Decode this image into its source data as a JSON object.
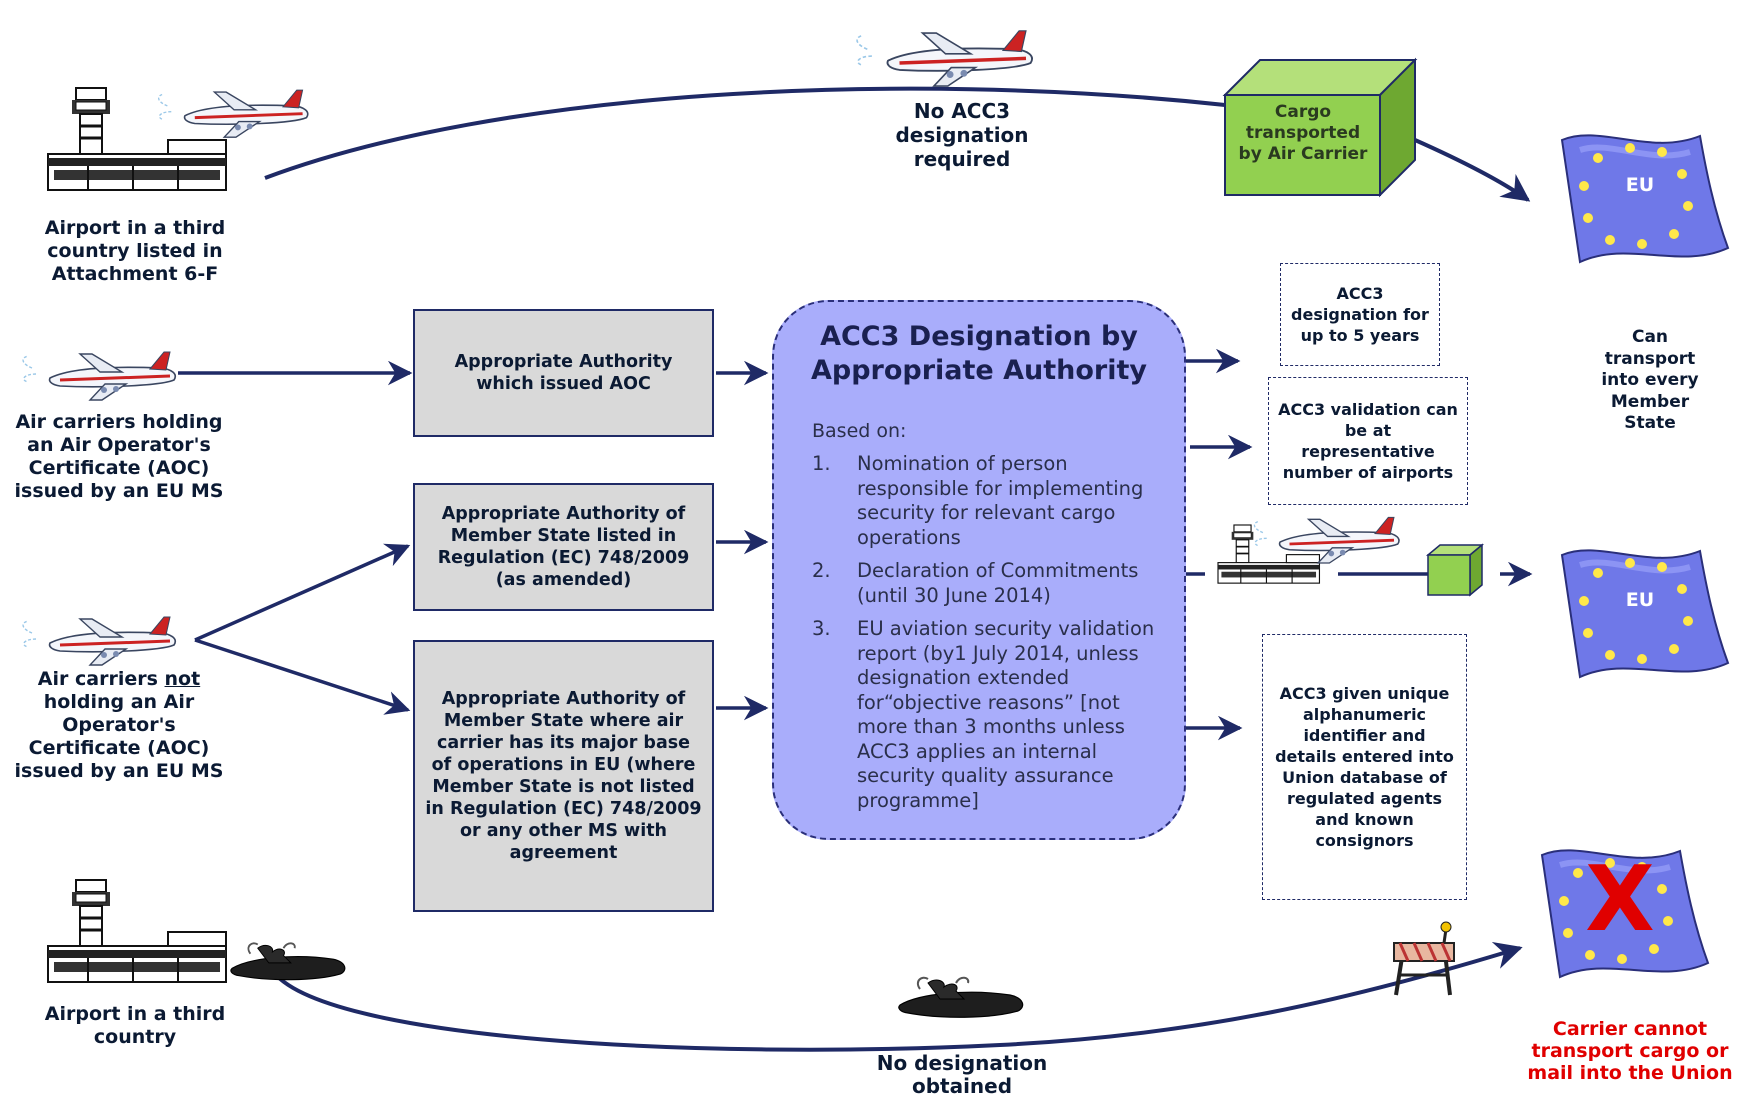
{
  "labels": {
    "airport_third_listed": "Airport in a third country listed in Attachment 6-F",
    "carriers_holding": "Air carriers holding  an Air Operator's Certificate (AOC) issued by an EU MS",
    "carriers_not_pre": "Air carriers ",
    "carriers_not_word": "not",
    "carriers_not_post": " holding an Air Operator's Certificate (AOC) issued by an EU MS",
    "airport_third": "Airport in a third country",
    "no_acc3": "No ACC3 designation required",
    "no_designation": "No designation obtained",
    "can_transport": "Can transport into every Member State",
    "cannot_transport": "Carrier cannot transport cargo or mail into the Union",
    "cargo_box": "Cargo transported by Air Carrier"
  },
  "flags": {
    "eu_label": "EU",
    "blocked_mark": "X"
  },
  "authority_boxes": {
    "aoc": "Appropriate Authority which issued AOC",
    "listed": "Appropriate Authority of Member State listed in Regulation (EC) 748/2009 (as amended)",
    "major_base": "Appropriate Authority of Member State where air carrier has its major base of operations in EU (where Member State is not listed in Regulation (EC)  748/2009   or any other MS with agreement"
  },
  "center": {
    "title": "ACC3 Designation by Appropriate Authority",
    "based_on": "Based on:",
    "items": [
      {
        "num": "1.",
        "text": "Nomination of person responsible for implementing security for relevant cargo operations"
      },
      {
        "num": "2.",
        "text": "Declaration of Commitments (until 30 June 2014)"
      },
      {
        "num": "3.",
        "text": "EU aviation security validation report (by1 July 2014, unless designation extended for“objective reasons”  [not more than 3 months unless ACC3 applies an internal security quality assurance programme]"
      }
    ]
  },
  "outcomes": {
    "designation_years": "ACC3 designation for up to 5 years",
    "validation_airports": "ACC3 validation can be at representative number of airports",
    "identifier": "ACC3 given unique alphanumeric identifier and details entered into Union database of regulated agents and known consignors"
  },
  "colors": {
    "arrow": "#1f2a66",
    "center_fill": "#a9adfb",
    "gray_box": "#d9d9d9",
    "cargo_green": "#92d050",
    "flag_blue": "#6f78e8",
    "warning_red": "#e00000"
  }
}
